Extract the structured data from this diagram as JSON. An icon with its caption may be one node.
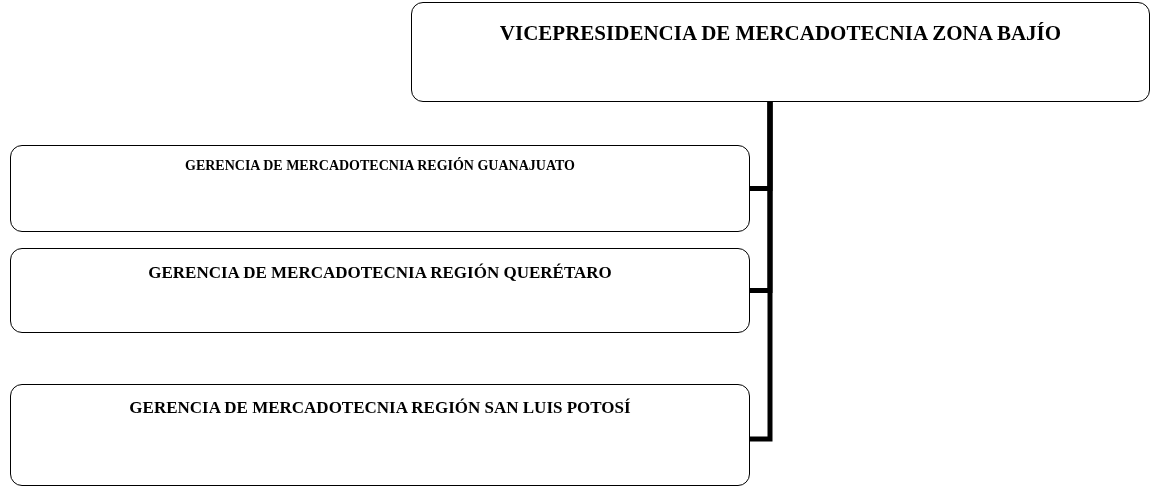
{
  "diagram": {
    "nodes": [
      {
        "text": [
          "VICEPRESIDENCIA DE MERCADOTECNIA ZONA BAJÍO"
        ]
      },
      {
        "text": [
          "GERENCIA DE MERCADOTECNIA REGIÓN GUANAJUATO"
        ]
      },
      {
        "text": [
          "GERENCIA DE MERCADOTECNIA REGIÓN QUERÉTARO"
        ]
      },
      {
        "text": [
          "GERENCIA DE MERCADOTECNIA REGIÓN SAN LUIS POTOSÍ"
        ]
      }
    ],
    "edges": [
      {
        "from": 0,
        "to": 1,
        "arrow": "none"
      },
      {
        "from": 0,
        "to": 2,
        "arrow": "none"
      },
      {
        "from": 0,
        "to": 3,
        "arrow": "none"
      }
    ]
  }
}
